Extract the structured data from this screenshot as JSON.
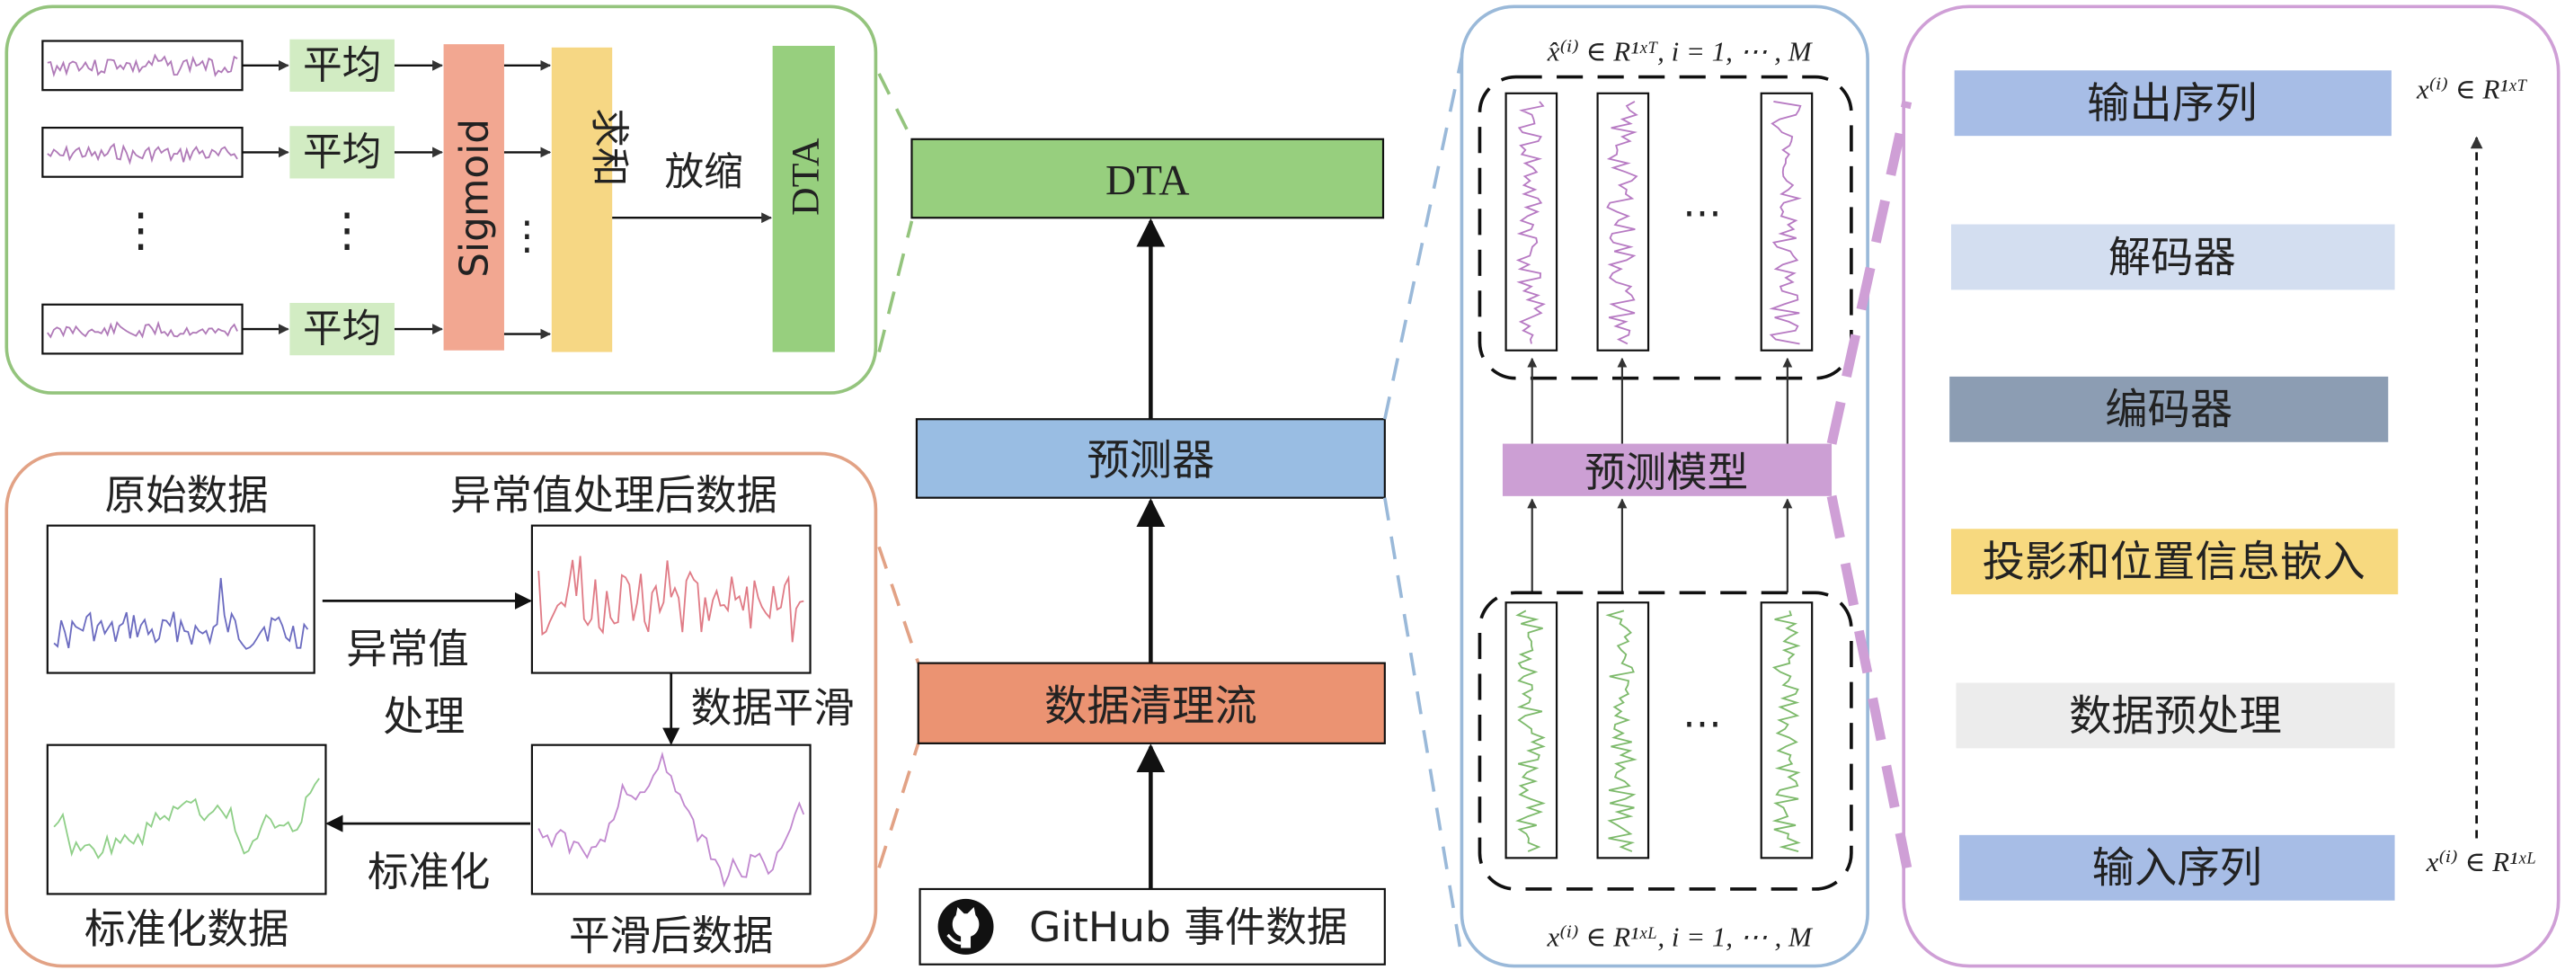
{
  "top_left_panel": {
    "avg_label": "平均",
    "ellipsis_vertical": "⋮",
    "sigmoid_label": "Sigmoid",
    "sum_label": "求和",
    "scale_label": "放缩",
    "dta_label": "DTA"
  },
  "bottom_left_panel": {
    "raw_data": "原始数据",
    "after_outlier": "异常值处理后数据",
    "outlier_step_line1": "异常值",
    "outlier_step_line2": "处理",
    "smoothing_step": "数据平滑",
    "standardize_step": "标准化",
    "standardized_data": "标准化数据",
    "smoothed_data": "平滑后数据"
  },
  "pipeline": {
    "dta": "DTA",
    "predictor": "预测器",
    "cleaning": "数据清理流",
    "source": "GitHub 事件数据"
  },
  "model_panel": {
    "output_formula": "x̂⁽ⁱ⁾ ∈ R¹ˣᵀ, i = 1, ⋯ , M",
    "model_label": "预测模型",
    "input_formula": "x⁽ⁱ⁾ ∈ R¹ˣᴸ, i = 1, ⋯ , M",
    "dots": "⋯"
  },
  "arch_panel": {
    "layers": [
      {
        "label": "输出序列",
        "color": "#a7bde6"
      },
      {
        "label": "解码器",
        "color": "#d3def0"
      },
      {
        "label": "编码器",
        "color": "#8c9db3"
      },
      {
        "label": "投影和位置信息嵌入",
        "color": "#f7d97f"
      },
      {
        "label": "数据预处理",
        "color": "#ececec"
      },
      {
        "label": "输入序列",
        "color": "#a7bde6"
      }
    ],
    "output_formula": "x⁽ⁱ⁾ ∈ R¹ˣᵀ",
    "input_formula": "x⁽ⁱ⁾ ∈ R¹ˣᴸ"
  },
  "colors": {
    "green": "#97cf7e",
    "blue": "#99bde3",
    "orange": "#eb9372",
    "salmon": "#f2a791",
    "yellow": "#f6d784",
    "lightgreen": "#d2ecc3",
    "purple": "#cc9fd4",
    "panel_green": "#94c47d",
    "panel_orange": "#e2a285",
    "panel_blue": "#9ab9d9",
    "panel_purple": "#cf9fd6"
  }
}
